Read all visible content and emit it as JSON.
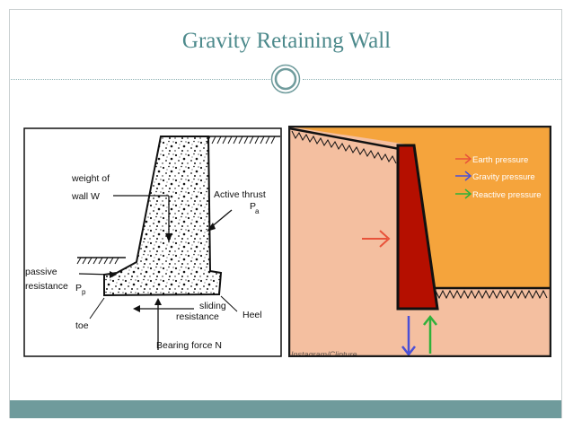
{
  "slide": {
    "title": "Gravity Retaining Wall"
  },
  "left_diagram": {
    "weight_label_line1": "weight of",
    "weight_label_line2": "wall W",
    "active_thrust_label": "Active thrust",
    "active_thrust_symbol": "P",
    "active_thrust_subscript": "a",
    "passive_label_line1": "passive",
    "passive_label_line2": "resistance",
    "passive_symbol": "P",
    "passive_subscript": "p",
    "sliding_label_line1": "sliding",
    "sliding_label_line2": "resistance",
    "heel_label": "Heel",
    "toe_label": "toe",
    "bearing_label": "Bearing force N"
  },
  "right_diagram": {
    "legend": [
      {
        "label": "Earth pressure",
        "color": "#e8533a"
      },
      {
        "label": "Gravity pressure",
        "color": "#4a4fd6"
      },
      {
        "label": "Reactive pressure",
        "color": "#2fb13a"
      }
    ],
    "watermark": "Instagram/Clipture",
    "colors": {
      "backfill": "#f5a43c",
      "soil": "#f4bfa0",
      "wall": "#b50f00",
      "border": "#1a1a1a"
    }
  }
}
